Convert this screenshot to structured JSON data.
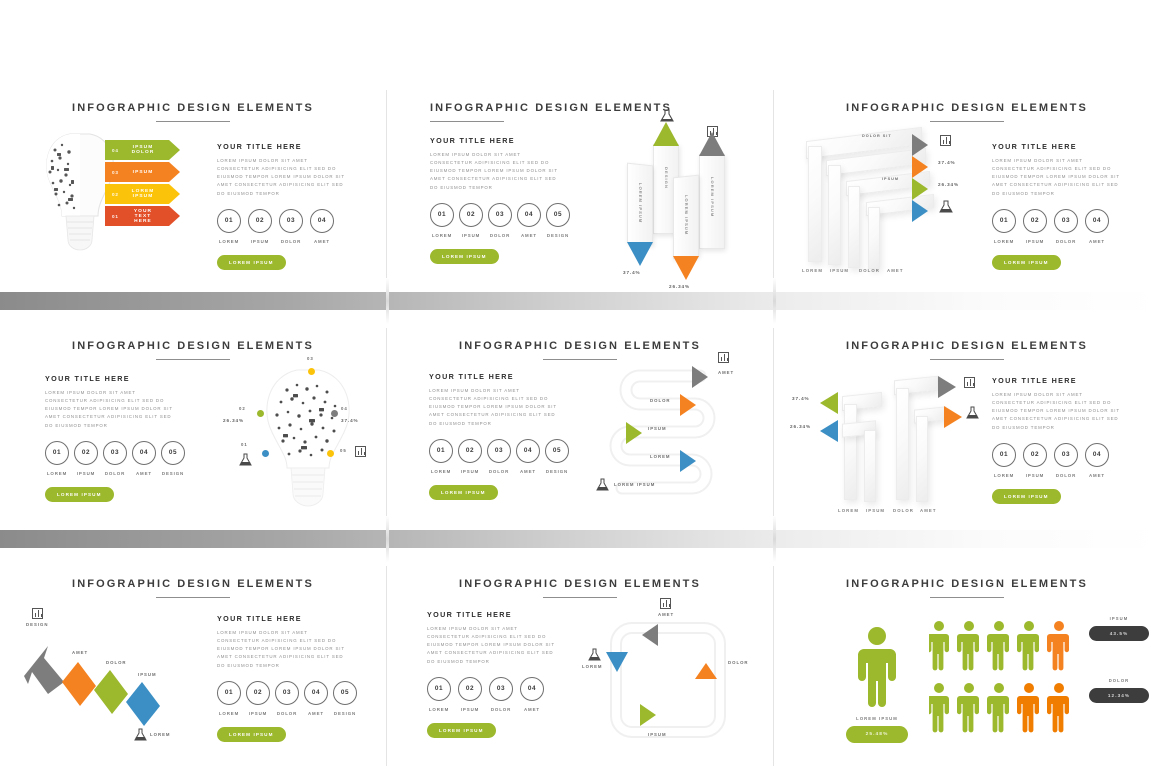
{
  "page": {
    "title": "INFOGRAPHIC DESIGN ELEMENTS"
  },
  "common": {
    "section_title": "INFOGRAPHIC DESIGN ELEMENTS",
    "block_title": "YOUR TITLE HERE",
    "body_text": "LOREM IPSUM DOLOR SIT AMET CONSECTETUR ADIPISICING ELIT SED DO EIUSMOD TEMPOR LOREM IPSUM DOLOR SIT AMET CONSECTETUR ADIPISICING ELIT SED DO EIUSMOD TEMPOR",
    "cta_label": "LOREM IPSUM",
    "steps_4": [
      {
        "num": "01",
        "label": "LOREM"
      },
      {
        "num": "02",
        "label": "IPSUM"
      },
      {
        "num": "03",
        "label": "DOLOR"
      },
      {
        "num": "04",
        "label": "AMET"
      }
    ],
    "steps_5": [
      {
        "num": "01",
        "label": "LOREM"
      },
      {
        "num": "02",
        "label": "IPSUM"
      },
      {
        "num": "03",
        "label": "DOLOR"
      },
      {
        "num": "04",
        "label": "AMET"
      },
      {
        "num": "05",
        "label": "DESIGN"
      }
    ],
    "colors": {
      "green": "#9cb82c",
      "orange": "#f58220",
      "yellow": "#fcc30b",
      "red": "#e2502a",
      "blue": "#3b8fc4",
      "gray": "#7d7d7d",
      "dark": "#3d3d3d"
    }
  },
  "panel1": {
    "title": "INFOGRAPHIC DESIGN ELEMENTS",
    "bars": [
      {
        "num": "04",
        "label": "IPSUM DOLOR",
        "color": "#9cb82c"
      },
      {
        "num": "03",
        "label": "IPSUM",
        "color": "#f58220"
      },
      {
        "num": "02",
        "label": "LOREM IPSUM",
        "color": "#fcc30b"
      },
      {
        "num": "01",
        "label": "YOUR TEXT HERE",
        "color": "#e2502a"
      }
    ]
  },
  "panel2": {
    "title": "INFOGRAPHIC DESIGN ELEMENTS",
    "arrows": [
      {
        "label": "DESIGN",
        "color": "#9cb82c",
        "direction": "up",
        "value": "",
        "icon": "flask-icon"
      },
      {
        "label": "LOREM IPSUM",
        "color": "#7d7d7d",
        "direction": "up",
        "value": "",
        "icon": "chart-icon"
      },
      {
        "label": "LOREM IPSUM",
        "color": "#3b8fc4",
        "direction": "down",
        "value": "37.4%",
        "icon": ""
      },
      {
        "label": "LOREM IPSUM",
        "color": "#f58220",
        "direction": "down",
        "value": "26.34%",
        "icon": ""
      }
    ]
  },
  "panel3": {
    "title": "INFOGRAPHIC DESIGN ELEMENTS",
    "rows": [
      {
        "label": "DOLOR SIT",
        "color": "#7d7d7d",
        "value": "",
        "icon": "chart-icon"
      },
      {
        "label": "",
        "color": "#f58220",
        "value": "37.4%",
        "icon": ""
      },
      {
        "label": "IPSUM",
        "color": "#9cb82c",
        "value": "26.34%",
        "icon": ""
      },
      {
        "label": "",
        "color": "#3b8fc4",
        "value": "",
        "icon": "flask-icon"
      }
    ],
    "axis": [
      "LOREM",
      "IPSUM",
      "DOLOR",
      "AMET"
    ]
  },
  "panel4": {
    "title": "INFOGRAPHIC DESIGN ELEMENTS",
    "nodes": [
      {
        "num": "01",
        "color": "#3b8fc4",
        "value": "",
        "icon": "flask-icon"
      },
      {
        "num": "02",
        "color": "#9cb82c",
        "value": "26.34%",
        "icon": ""
      },
      {
        "num": "03",
        "color": "#fcc30b",
        "value": "",
        "icon": ""
      },
      {
        "num": "04",
        "color": "#7d7d7d",
        "value": "37.4%",
        "icon": ""
      },
      {
        "num": "05",
        "color": "#fcc30b",
        "value": "",
        "icon": "chart-icon"
      }
    ]
  },
  "panel5": {
    "title": "INFOGRAPHIC DESIGN ELEMENTS",
    "steps": [
      {
        "label": "AMET",
        "color": "#7d7d7d",
        "icon": "chart-icon"
      },
      {
        "label": "DOLOR",
        "color": "#f58220",
        "icon": ""
      },
      {
        "label": "IPSUM",
        "color": "#9cb82c",
        "icon": ""
      },
      {
        "label": "LOREM",
        "color": "#3b8fc4",
        "icon": ""
      },
      {
        "label": "LOREM IPSUM",
        "color": "#ffffff",
        "icon": "flask-icon"
      }
    ]
  },
  "panel6": {
    "title": "INFOGRAPHIC DESIGN ELEMENTS",
    "left_values": [
      {
        "value": "37.4%",
        "color": "#9cb82c"
      },
      {
        "value": "26.34%",
        "color": "#3b8fc4"
      }
    ],
    "right_values": [
      {
        "value": "",
        "color": "#7d7d7d",
        "icon": "chart-icon"
      },
      {
        "value": "",
        "color": "#f58220",
        "icon": "flask-icon"
      }
    ],
    "axis": [
      "LOREM",
      "IPSUM",
      "DOLOR",
      "AMET"
    ]
  },
  "panel7": {
    "title": "INFOGRAPHIC DESIGN ELEMENTS",
    "segments": [
      {
        "label": "DESIGN",
        "color": "#7d7d7d",
        "icon": "chart-icon"
      },
      {
        "label": "AMET",
        "color": "#f58220",
        "icon": ""
      },
      {
        "label": "DOLOR",
        "color": "#9cb82c",
        "icon": ""
      },
      {
        "label": "IPSUM",
        "color": "#3b8fc4",
        "icon": ""
      },
      {
        "label": "LOREM",
        "color": "#ffffff",
        "icon": "flask-icon"
      }
    ]
  },
  "panel8": {
    "title": "INFOGRAPHIC DESIGN ELEMENTS",
    "cycle": [
      {
        "label": "AMET",
        "color": "#7d7d7d",
        "icon": "chart-icon"
      },
      {
        "label": "DOLOR",
        "color": "#f58220",
        "icon": ""
      },
      {
        "label": "IPSUM",
        "color": "#9cb82c",
        "icon": ""
      },
      {
        "label": "LOREM",
        "color": "#3b8fc4",
        "icon": "flask-icon"
      }
    ]
  },
  "panel9": {
    "title": "INFOGRAPHIC DESIGN ELEMENTS",
    "hero": {
      "label": "LOREM IPSUM",
      "value": "25.48%",
      "color": "#9cb82c"
    },
    "groups": [
      {
        "label": "IPSUM",
        "value": "43.5%",
        "green_count": 4,
        "orange_count": 1
      },
      {
        "label": "DOLOR",
        "value": "12.34%",
        "green_count": 3,
        "orange_count": 2
      }
    ]
  },
  "chart_data": {
    "type": "bar",
    "title": "INFOGRAPHIC DESIGN ELEMENTS",
    "categories": [
      "LOREM",
      "IPSUM",
      "DOLOR",
      "AMET"
    ],
    "values": [
      37.4,
      26.34,
      43.5,
      12.34
    ],
    "series": [
      {
        "name": "panel2-arrows",
        "values": [
          37.4,
          26.34
        ]
      },
      {
        "name": "panel3-brackets",
        "values": [
          37.4,
          26.34
        ]
      },
      {
        "name": "panel4-bulb-nodes",
        "values": [
          26.34,
          37.4
        ]
      },
      {
        "name": "panel6-l-arrows",
        "values": [
          37.4,
          26.34
        ]
      },
      {
        "name": "panel9-people",
        "values": [
          25.48,
          43.5,
          12.34
        ]
      }
    ],
    "xlabel": "",
    "ylabel": "",
    "ylim": [
      0,
      100
    ],
    "grid": false,
    "legend": "none"
  }
}
